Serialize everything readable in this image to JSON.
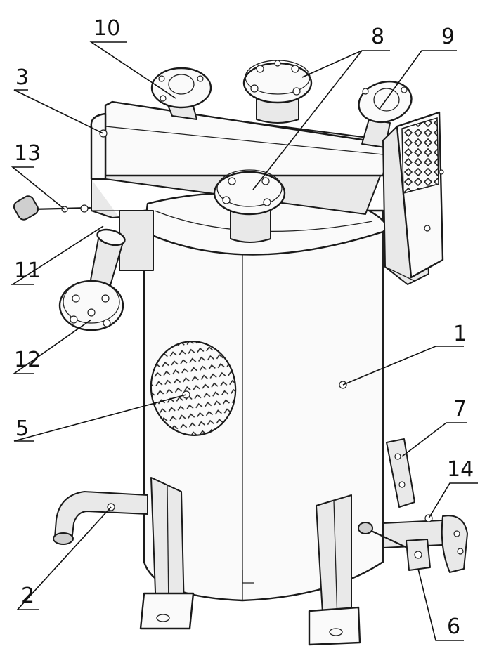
{
  "labels": {
    "l1": "1",
    "l2": "2",
    "l3": "3",
    "l5": "5",
    "l6": "6",
    "l7": "7",
    "l8": "8",
    "l9": "9",
    "l10": "10",
    "l11": "11",
    "l12": "12",
    "l13": "13",
    "l14": "14"
  },
  "colors": {
    "line": "#1a1a1a",
    "paper": "#ffffff",
    "shade": "#e9e9e9"
  }
}
